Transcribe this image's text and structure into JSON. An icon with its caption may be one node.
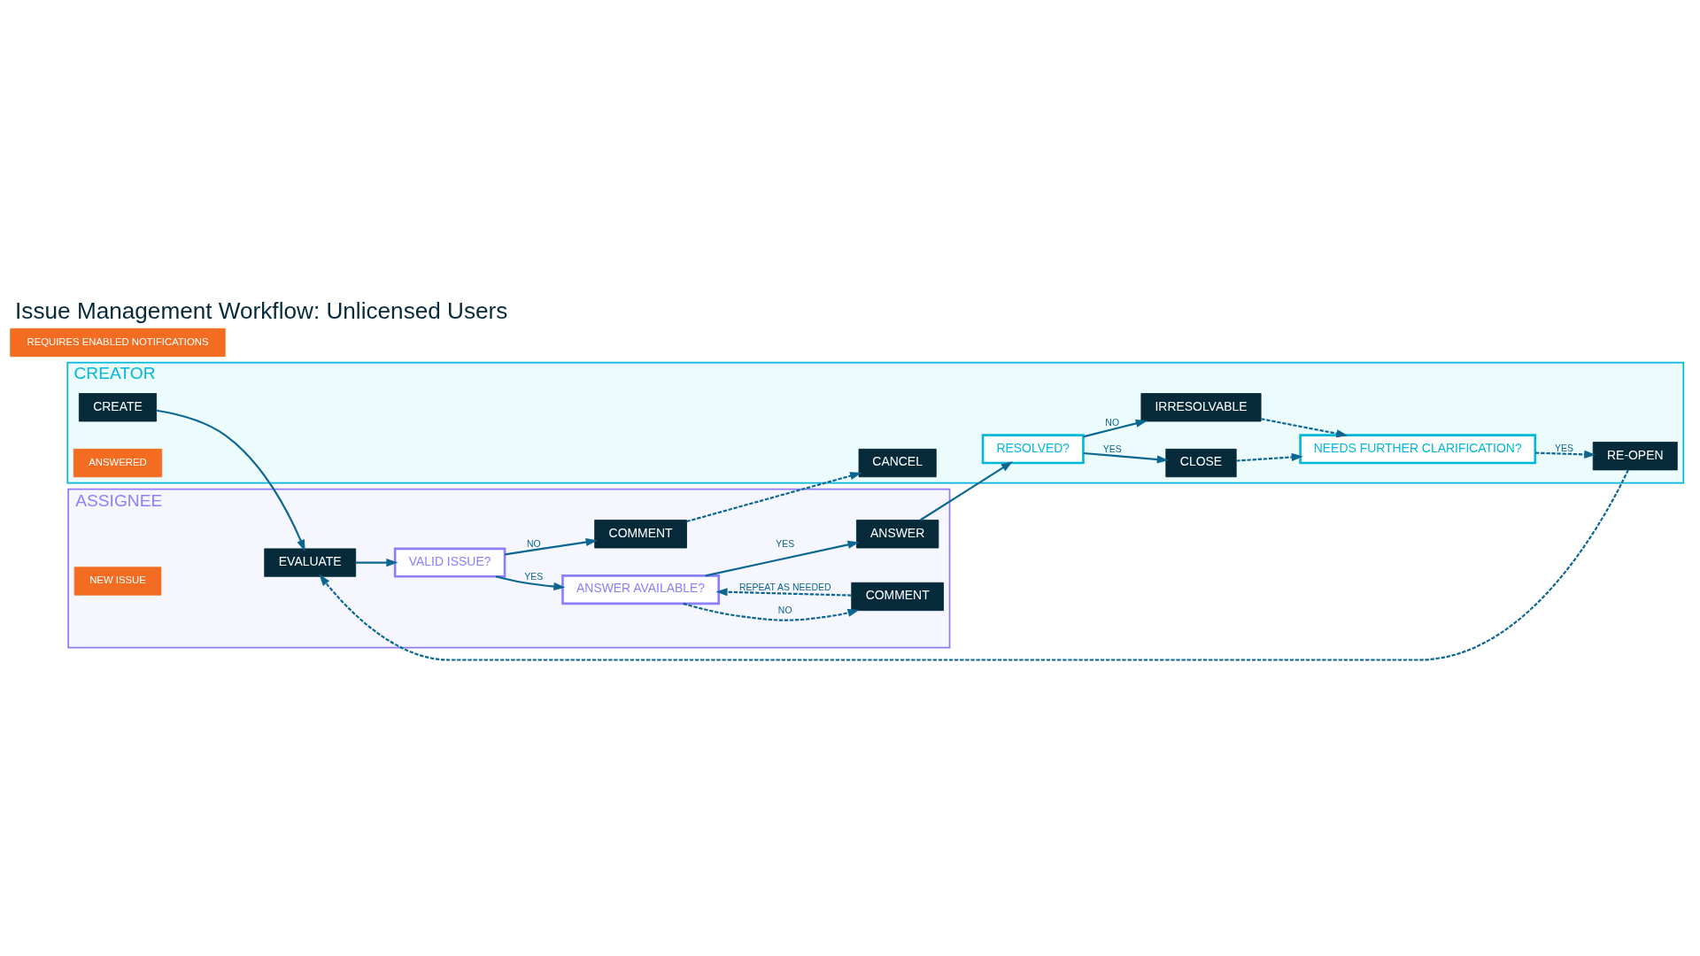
{
  "diagram": {
    "title": "Issue Management Workflow: Unlicensed Users",
    "nodes": [
      {
        "text": [
          "CREATOR"
        ]
      },
      {
        "text": [
          "CREATE"
        ],
        "in": 0
      },
      {
        "text": [
          "CANCEL"
        ],
        "in": 0
      },
      {
        "text": [
          "RE-OPEN"
        ],
        "in": 0
      },
      {
        "text": [
          "NEEDS FURTHER CLARIFICATION?"
        ],
        "in": 0
      },
      {
        "text": [
          "CLOSE"
        ],
        "in": 0
      },
      {
        "text": [
          "IRRESOLVABLE"
        ],
        "in": 0
      },
      {
        "text": [
          "RESOLVED?"
        ],
        "in": 0
      },
      {
        "text": [
          "ASSIGNEE"
        ]
      },
      {
        "text": [
          "EVALUATE"
        ],
        "in": 8
      },
      {
        "text": [
          "VALID ISSUE?"
        ],
        "in": 8
      },
      {
        "text": [
          "COMMENT"
        ],
        "in": 8
      },
      {
        "text": [
          "ANSWER AVAILABLE?"
        ],
        "in": 8
      },
      {
        "text": [
          "COMMENT"
        ],
        "in": 8
      },
      {
        "text": [
          "ANSWER"
        ],
        "in": 8
      }
    ],
    "edges": [
      {
        "from": 1,
        "to": 9,
        "arrow": "to"
      },
      {
        "from": 3,
        "to": 9,
        "arrow": "to",
        "style": "dashed"
      },
      {
        "from": 9,
        "to": 10,
        "arrow": "to"
      },
      {
        "from": 10,
        "to": 12,
        "arrow": "to",
        "label": "YES"
      },
      {
        "from": 10,
        "to": 11,
        "arrow": "to",
        "label": "NO"
      },
      {
        "from": 11,
        "to": 2,
        "arrow": "to",
        "style": "dashed"
      },
      {
        "from": 12,
        "to": 13,
        "arrow": "to",
        "label": "NO",
        "style": "dashed"
      },
      {
        "from": 13,
        "to": 12,
        "arrow": "to",
        "label": "REPEAT AS NEEDED",
        "style": "dashed"
      },
      {
        "from": 12,
        "to": 14,
        "arrow": "to",
        "label": "YES"
      },
      {
        "from": 14,
        "to": 7,
        "arrow": "to"
      },
      {
        "from": 7,
        "to": 5,
        "arrow": "to",
        "label": "YES"
      },
      {
        "from": 7,
        "to": 6,
        "arrow": "to",
        "label": "NO"
      },
      {
        "from": 5,
        "to": 4,
        "arrow": "to",
        "style": "dashed"
      },
      {
        "from": 6,
        "to": 4,
        "arrow": "to",
        "style": "dashed"
      },
      {
        "from": 4,
        "to": 3,
        "arrow": "to",
        "label": "YES",
        "style": "dashed"
      }
    ],
    "labels": [
      "NEW ISSUE",
      "ANSWERED"
    ],
    "legend": [
      {
        "text": "REQUIRES ENABLED NOTIFICATIONS",
        "color": "#f26d21"
      }
    ]
  }
}
